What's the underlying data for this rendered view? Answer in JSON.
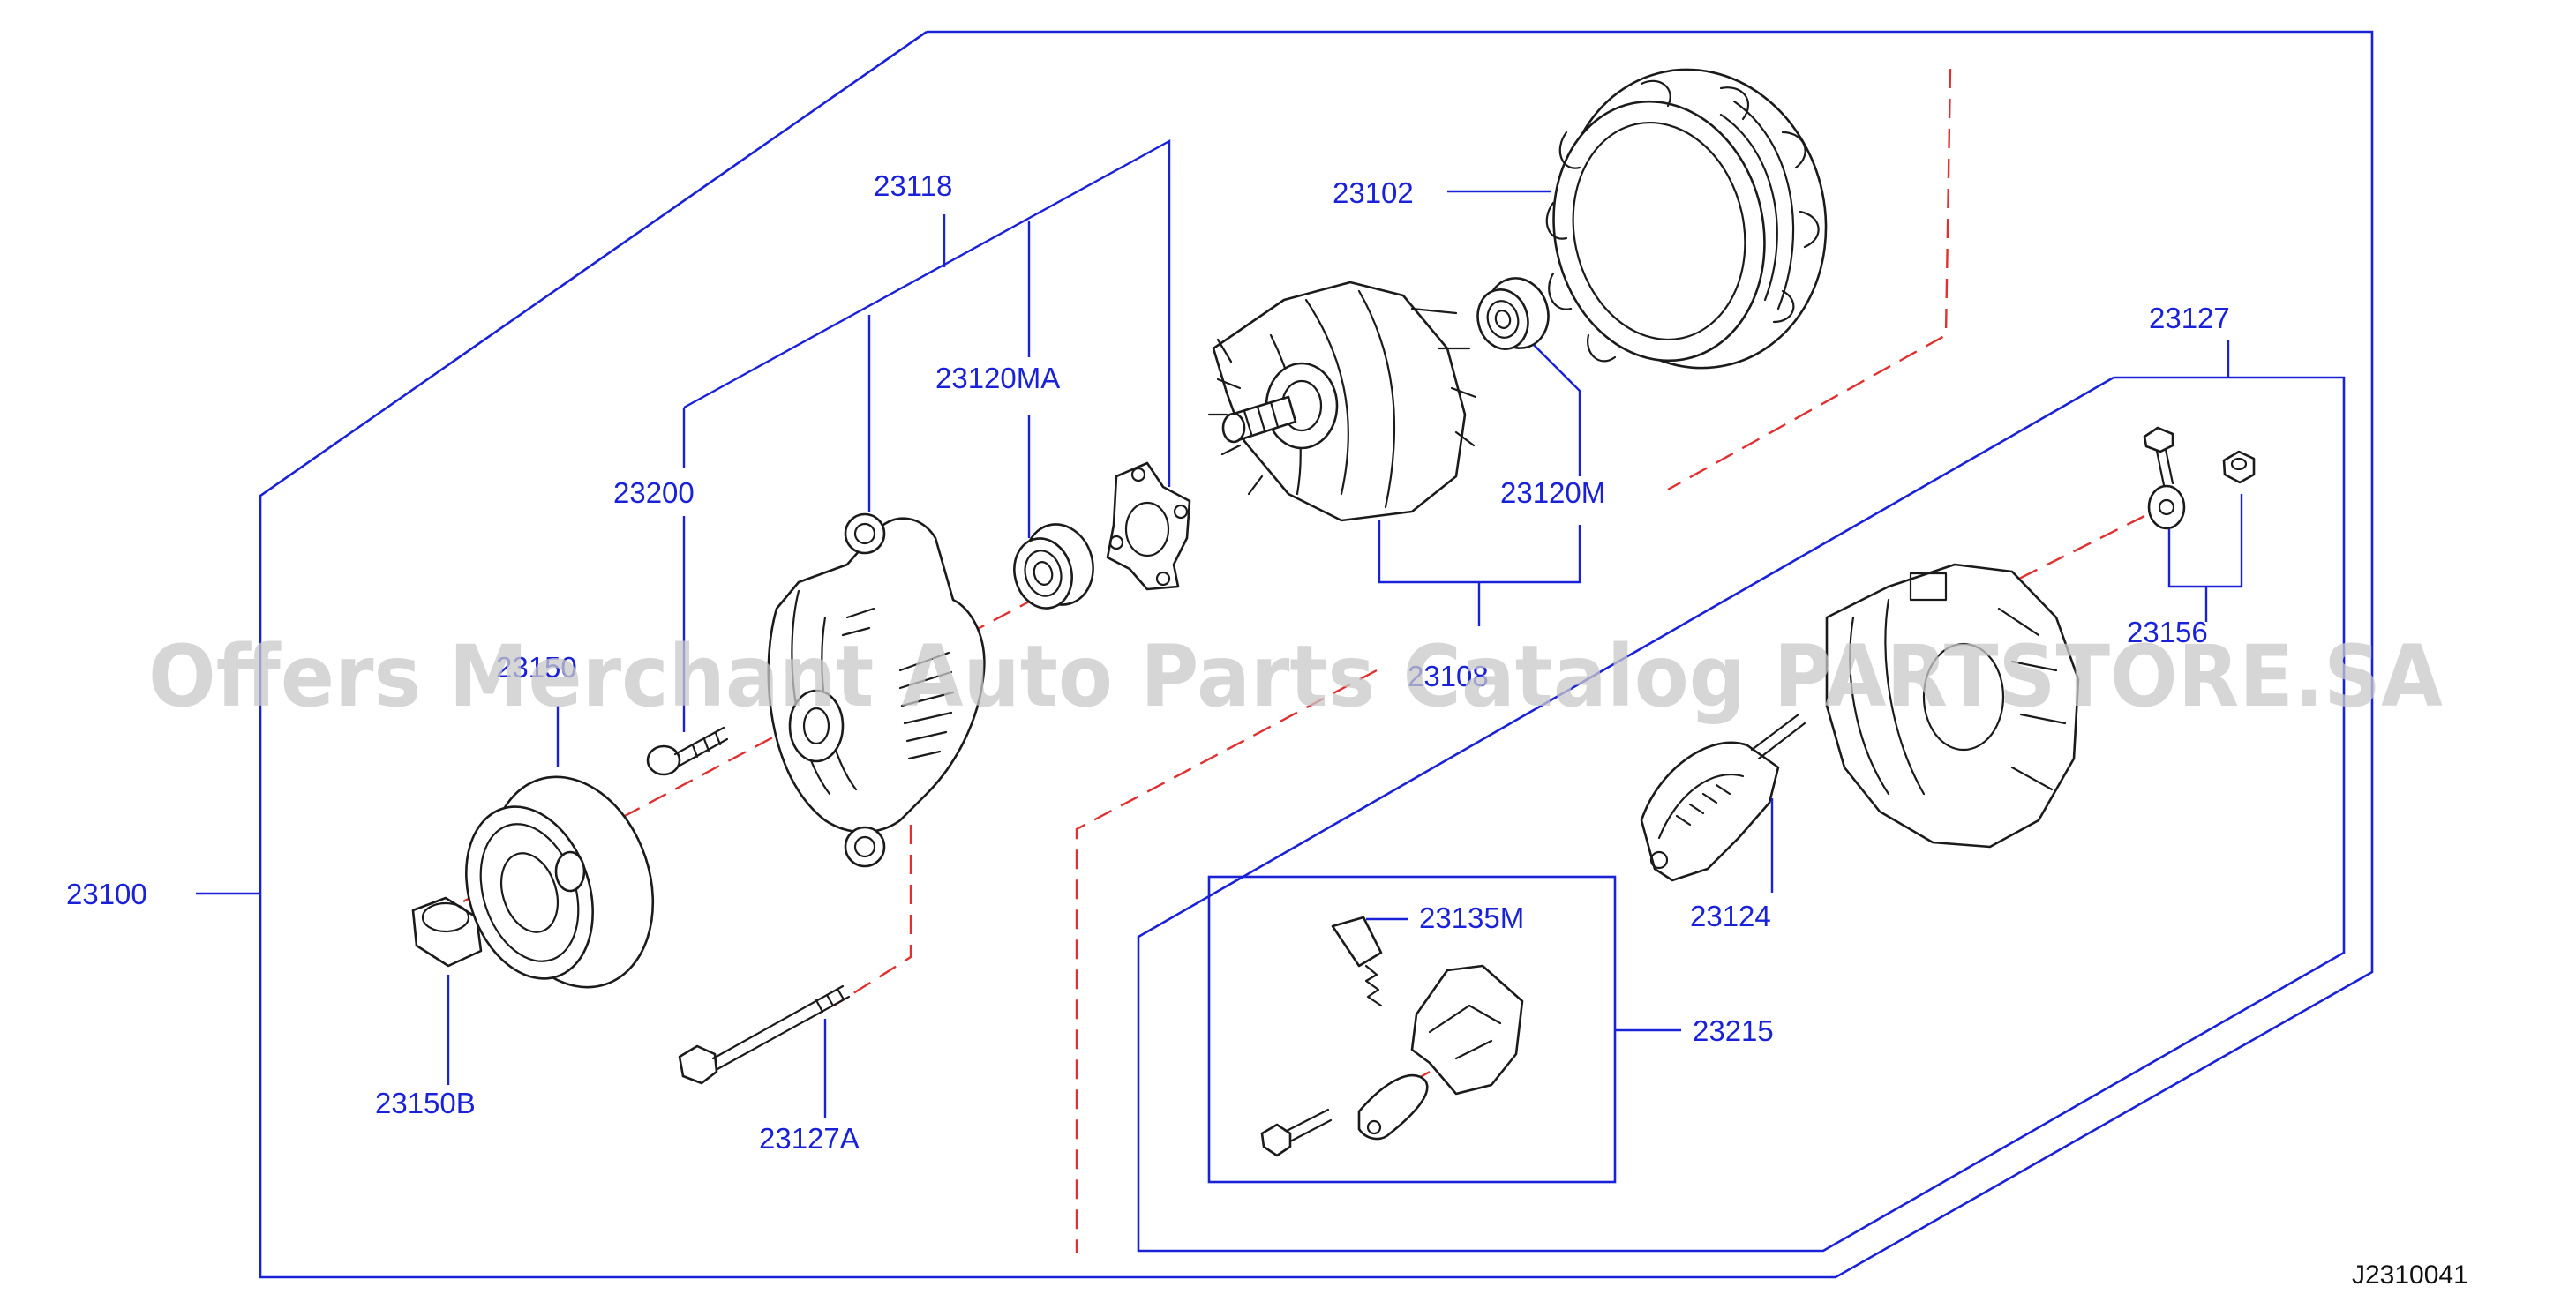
{
  "callouts": {
    "c23100": "23100",
    "c23118": "23118",
    "c23102": "23102",
    "c23120MA": "23120MA",
    "c23200": "23200",
    "c23120M": "23120M",
    "c23150": "23150",
    "c23108": "23108",
    "c23127": "23127",
    "c23156": "23156",
    "c23150B": "23150B",
    "c23127A": "23127A",
    "c23124": "23124",
    "c23135M": "23135M",
    "c23215": "23215"
  },
  "diagram_id": "J2310041",
  "watermark": "Offers Merchant Auto Parts Catalog PARTSTORE.SA",
  "colors": {
    "callout_text": "#1a22d8",
    "frame_lines": "#1a22d8",
    "axis_dashes": "#e03030",
    "part_outline": "#1b1b1b",
    "watermark": "#c9c9c9"
  }
}
